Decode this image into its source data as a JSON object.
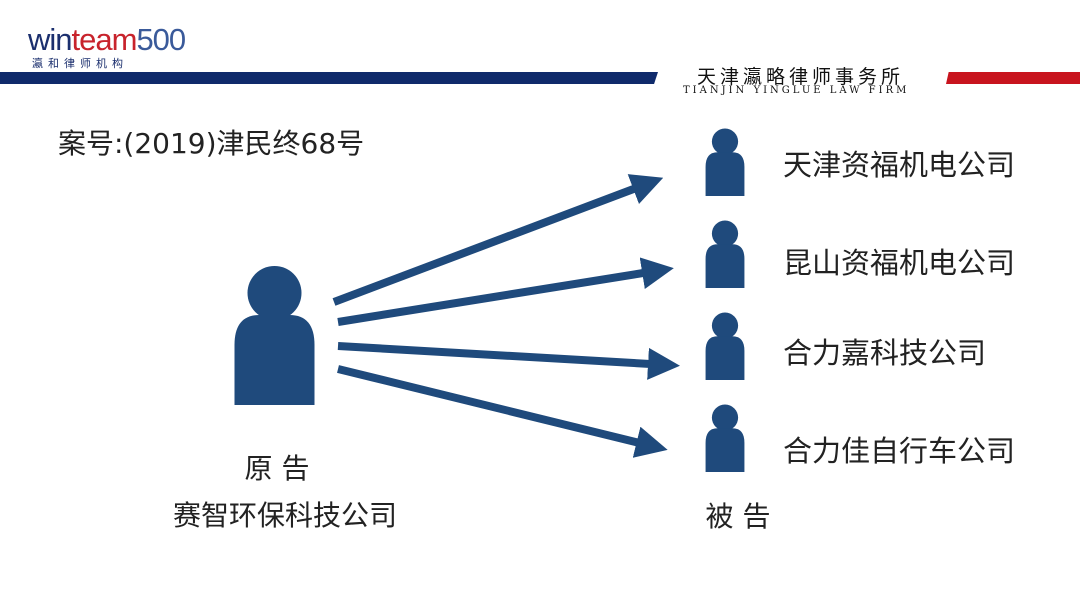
{
  "header": {
    "logo_win": "win",
    "logo_team": "team",
    "logo_num": "500",
    "logo_sub": "瀛和律师机构",
    "firm_cn": "天津瀛略律师事务所",
    "firm_en": "TIANJIN YINGLUE LAW FIRM"
  },
  "case_number": "案号:(2019)津民终68号",
  "plaintiff": {
    "role": "原 告",
    "name": "赛智环保科技公司"
  },
  "defendants": {
    "role": "被 告",
    "items": [
      {
        "name": "天津资福机电公司"
      },
      {
        "name": "昆山资福机电公司"
      },
      {
        "name": "合力嘉科技公司"
      },
      {
        "name": "合力佳自行车公司"
      }
    ]
  },
  "colors": {
    "icon": "#1f4a7c",
    "navy": "#0f2a6b",
    "red": "#c8141e"
  }
}
